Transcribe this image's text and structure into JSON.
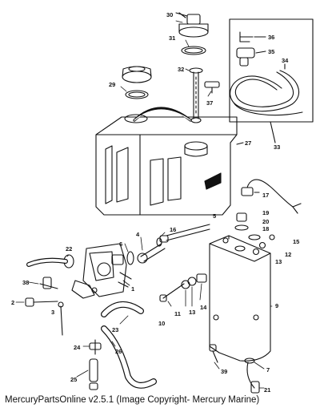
{
  "footer": {
    "caption": "MercuryPartsOnline v2.5.1 (Image Copyright- Mercury Marine)"
  },
  "callouts": [
    "30",
    "31",
    "32",
    "36",
    "35",
    "34",
    "29",
    "37",
    "27",
    "33",
    "17",
    "19",
    "20",
    "18",
    "15",
    "5",
    "16",
    "4",
    "6",
    "22",
    "12",
    "13",
    "38",
    "1",
    "10",
    "11",
    "13",
    "14",
    "9",
    "2",
    "3",
    "23",
    "24",
    "26",
    "25",
    "39",
    "7",
    "21"
  ]
}
